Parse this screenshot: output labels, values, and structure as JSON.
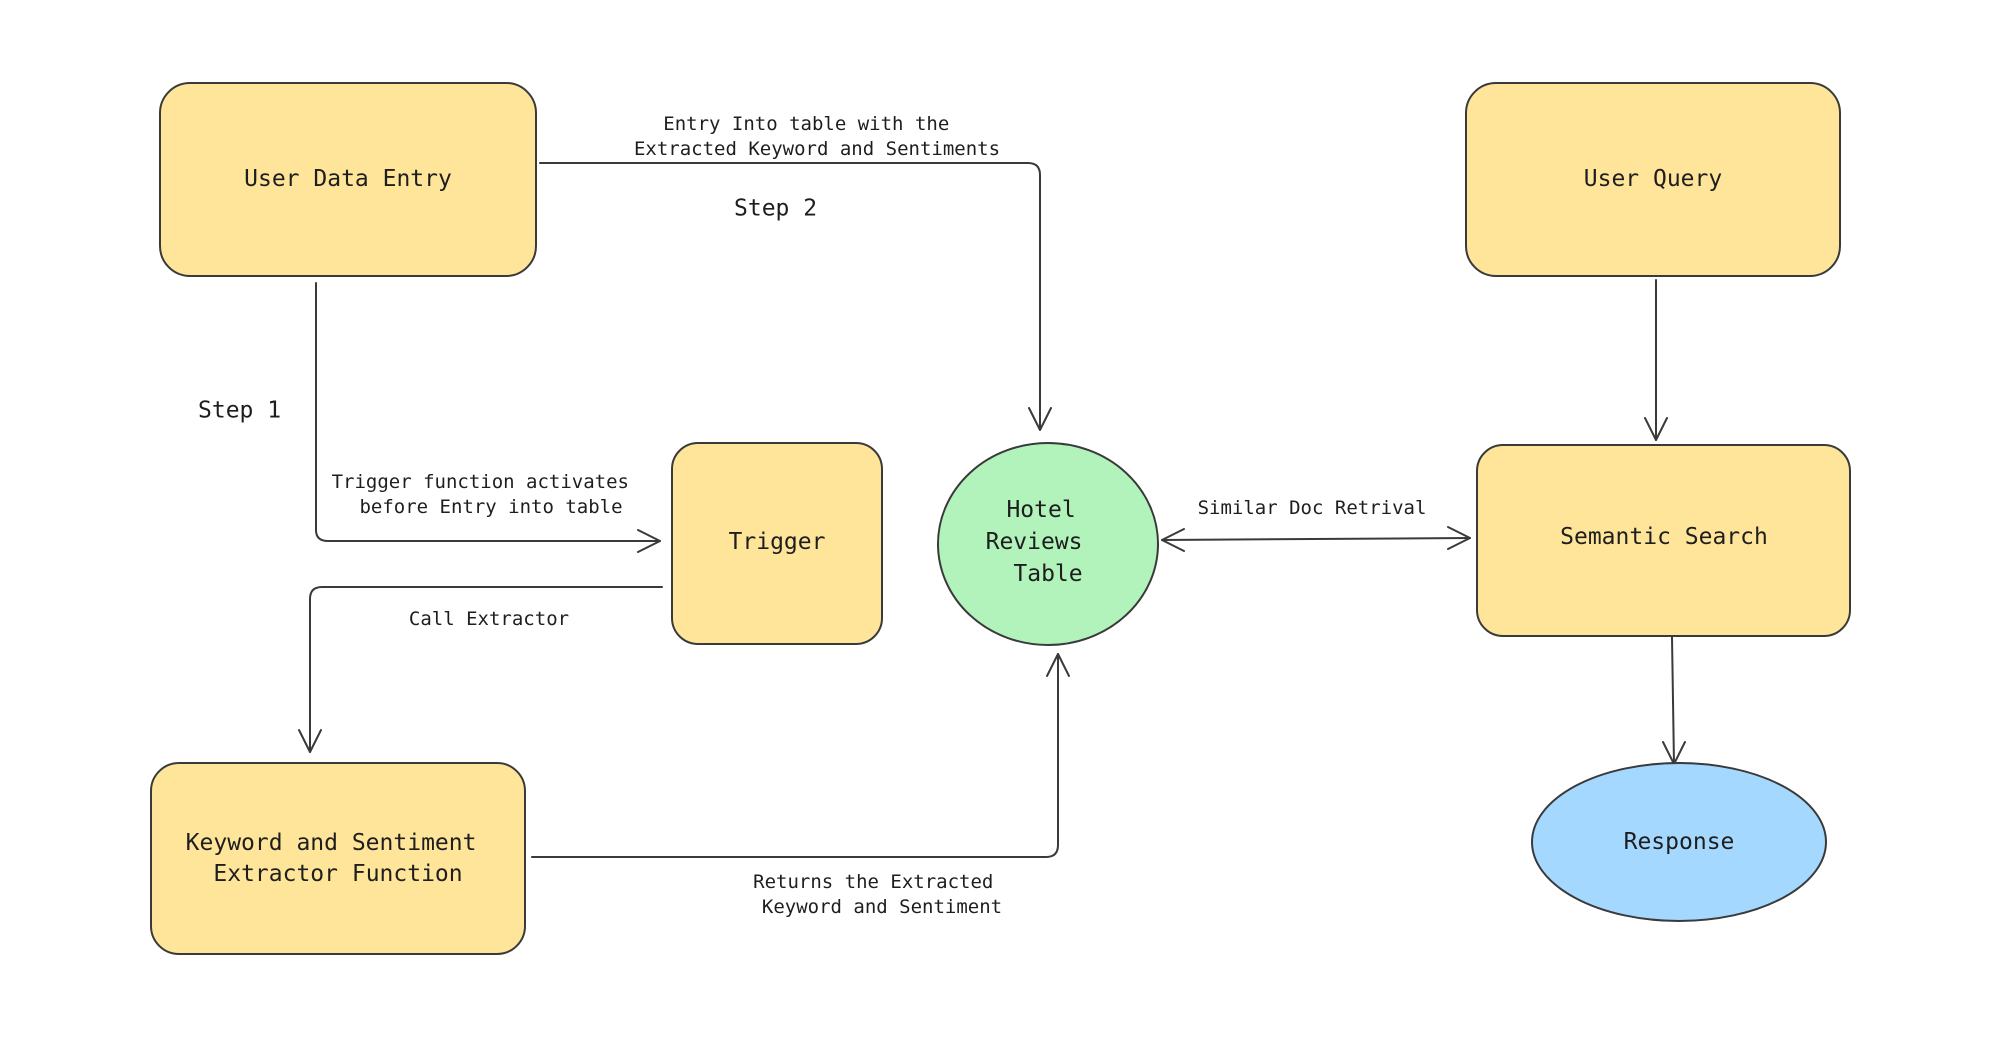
{
  "colors": {
    "process_fill": "#ffe599",
    "table_fill": "#b2f2bb",
    "response_fill": "#a5d8ff",
    "stroke": "#3a3a3a",
    "text": "#1e1e1e"
  },
  "nodes": {
    "user_data_entry": {
      "lines": [
        "User Data Entry"
      ]
    },
    "trigger": {
      "lines": [
        "Trigger"
      ]
    },
    "extractor": {
      "lines": [
        "Keyword and Sentiment",
        "Extractor Function"
      ]
    },
    "hotel_reviews_table": {
      "lines": [
        "Hotel",
        "Reviews",
        "Table"
      ]
    },
    "user_query": {
      "lines": [
        "User Query"
      ]
    },
    "semantic_search": {
      "lines": [
        "Semantic Search"
      ]
    },
    "response": {
      "lines": [
        "Response"
      ]
    }
  },
  "edges": {
    "entry_to_table": {
      "lines": [
        "Entry Into table with the",
        "Extracted Keyword and Sentiments"
      ]
    },
    "entry_to_trigger": {
      "lines": [
        "Trigger function activates",
        "before Entry into table"
      ]
    },
    "trigger_to_extractor": {
      "lines": [
        "Call Extractor"
      ]
    },
    "extractor_to_table": {
      "lines": [
        "Returns the Extracted",
        "Keyword and Sentiment"
      ]
    },
    "table_search": {
      "lines": [
        "Similar Doc Retrival"
      ]
    }
  },
  "steps": {
    "step1": "Step 1",
    "step2": "Step 2"
  }
}
